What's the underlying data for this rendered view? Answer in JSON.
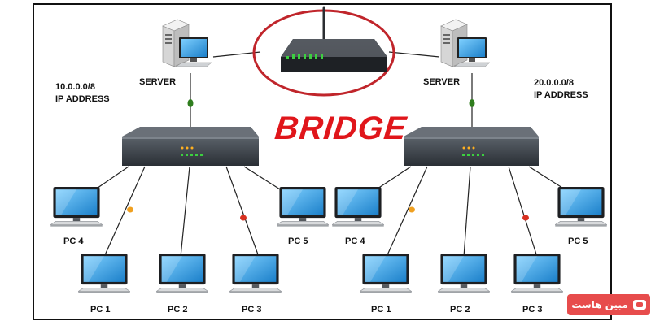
{
  "title": "BRIDGE",
  "left_network": {
    "server_label": "SERVER",
    "ip_net": "10.0.0.0/8",
    "ip_label": "IP ADDRESS",
    "pcs": [
      "PC 1",
      "PC 2",
      "PC 3",
      "PC 4",
      "PC 5"
    ]
  },
  "right_network": {
    "server_label": "SERVER",
    "ip_net": "20.0.0.0/8",
    "ip_label": "IP ADDRESS",
    "pcs": [
      "PC 1",
      "PC 2",
      "PC 3",
      "PC 4",
      "PC 5"
    ]
  },
  "watermark": "مبین هاست",
  "colors": {
    "bridge_text": "#e0161b",
    "bridge_ring": "#c0252b",
    "switch_body": "#3b4148",
    "screen": "#3aa7e8",
    "link_connector_green": "#2f7d1e",
    "link_connector_orange": "#f0a020",
    "link_connector_red": "#d83020"
  }
}
